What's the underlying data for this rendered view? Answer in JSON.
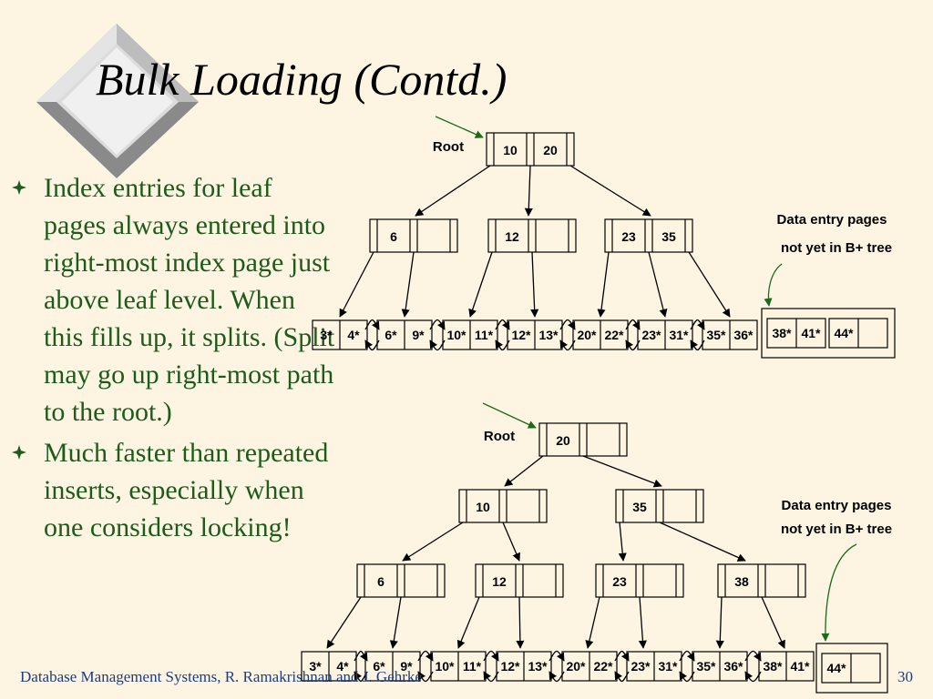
{
  "title": "Bulk Loading (Contd.)",
  "bullets": [
    "Index entries for leaf pages always entered into right-most index page just above leaf level.  When this fills up, it splits.  (Split may go up right-most path to the root.)",
    "Much faster than repeated inserts, especially when one considers locking!"
  ],
  "footer": {
    "left": "Database Management Systems, R. Ramakrishnan and J. Gehrke",
    "page": "30"
  },
  "colors": {
    "bullet_text": "#1d5b1d",
    "footer_text": "#1d3b80",
    "annotation_arrow": "#1b6b1b",
    "background": "#fdf5e2"
  },
  "tree1": {
    "root_label": "Root",
    "root_keys": [
      "10",
      "20"
    ],
    "index_nodes": [
      [
        "6"
      ],
      [
        "12"
      ],
      [
        "23",
        "35"
      ]
    ],
    "leaves": [
      [
        "3*",
        "4*"
      ],
      [
        "6*",
        "9*"
      ],
      [
        "10*",
        "11*"
      ],
      [
        "12*",
        "13*"
      ],
      [
        "20*",
        "22*"
      ],
      [
        "23*",
        "31*"
      ],
      [
        "35*",
        "36*"
      ]
    ],
    "pending_label_line1": "Data entry pages",
    "pending_label_line2": "not yet in B+ tree",
    "pending_pages": [
      [
        "38*",
        "41*"
      ],
      [
        "44*",
        ""
      ]
    ]
  },
  "tree2": {
    "root_label": "Root",
    "root_keys": [
      "20"
    ],
    "level2_nodes": [
      [
        "10"
      ],
      [
        "35"
      ]
    ],
    "index_nodes": [
      [
        "6"
      ],
      [
        "12"
      ],
      [
        "23"
      ],
      [
        "38"
      ]
    ],
    "leaves": [
      [
        "3*",
        "4*"
      ],
      [
        "6*",
        "9*"
      ],
      [
        "10*",
        "11*"
      ],
      [
        "12*",
        "13*"
      ],
      [
        "20*",
        "22*"
      ],
      [
        "23*",
        "31*"
      ],
      [
        "35*",
        "36*"
      ],
      [
        "38*",
        "41*"
      ]
    ],
    "pending_label_line1": "Data entry pages",
    "pending_label_line2": "not yet in B+ tree",
    "pending_pages": [
      [
        "44*",
        ""
      ]
    ]
  }
}
